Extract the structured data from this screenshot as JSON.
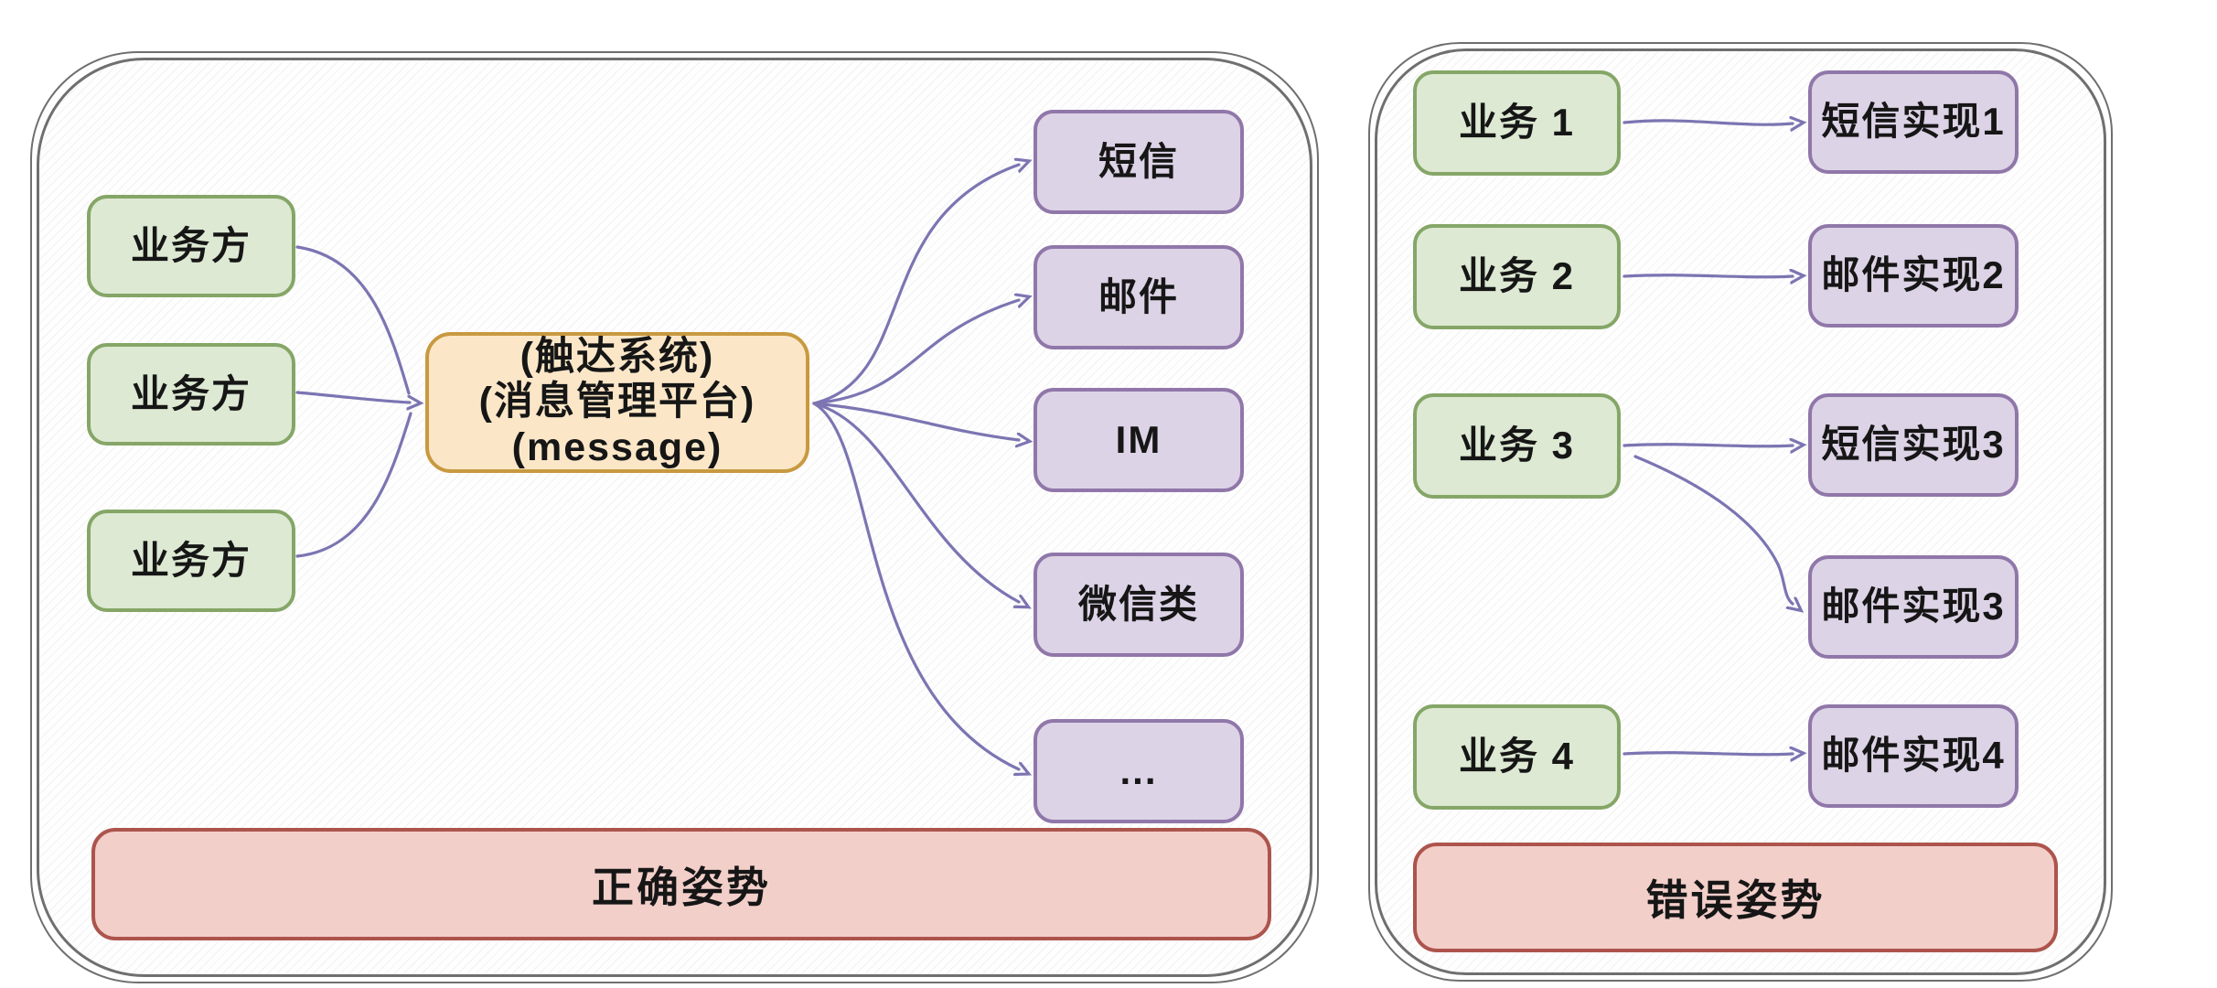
{
  "colors": {
    "green-fill": "#dde9d3",
    "green-border": "#85a667",
    "purple-fill": "#ddd3e6",
    "purple-border": "#9077a9",
    "orange-fill": "#fbe7c8",
    "orange-border": "#c8993f",
    "red-fill": "#f3cfca",
    "red-border": "#ad544d",
    "edge": "#7b75b2",
    "panel-border": "#6f6f6f",
    "ink": "#161616"
  },
  "left_panel": {
    "title": "正确姿势",
    "sources": [
      "业务方",
      "业务方",
      "业务方"
    ],
    "hub": {
      "lines": [
        "(触达系统)",
        "(消息管理平台)",
        "(message)"
      ]
    },
    "channels": [
      "短信",
      "邮件",
      "IM",
      "微信类",
      "..."
    ]
  },
  "right_panel": {
    "title": "错误姿势",
    "services": [
      "业务 1",
      "业务 2",
      "业务 3",
      "业务 4"
    ],
    "implementations": [
      "短信实现1",
      "邮件实现2",
      "短信实现3",
      "邮件实现3",
      "邮件实现4"
    ]
  }
}
